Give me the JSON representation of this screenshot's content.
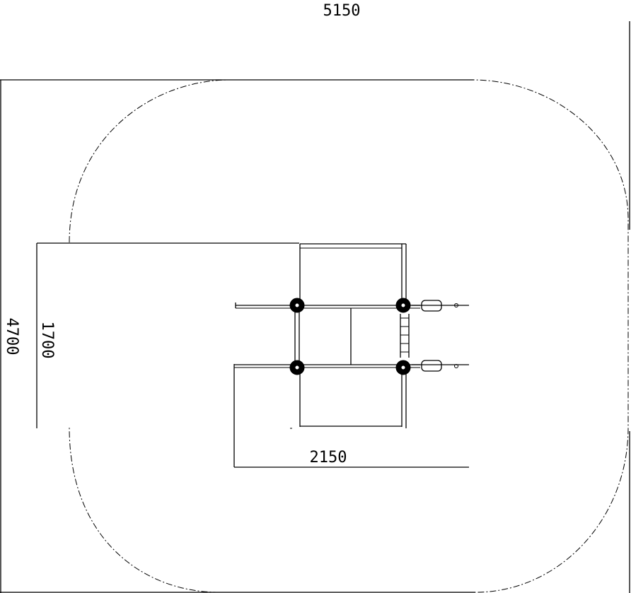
{
  "dimensions": {
    "overall_width": "5150",
    "overall_depth": "4700",
    "structure_depth": "1700",
    "structure_width": "2150"
  }
}
